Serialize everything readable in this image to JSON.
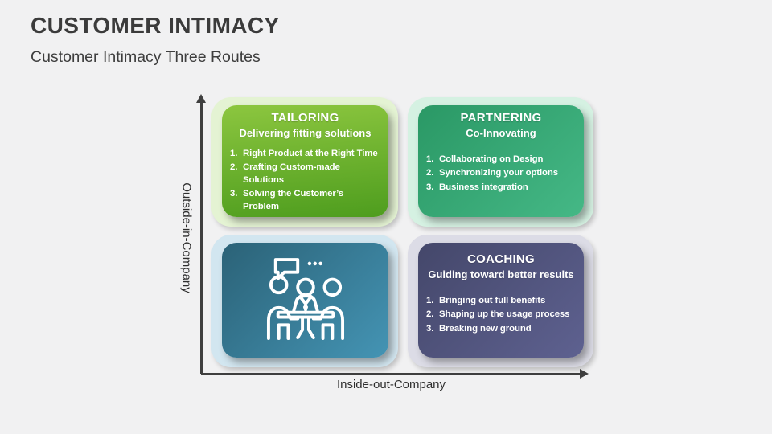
{
  "slide": {
    "title": "CUSTOMER INTIMACY",
    "subtitle": "Customer Intimacy Three Routes",
    "background": "#f1f1f2"
  },
  "axes": {
    "y_label": "Outside-in-Company",
    "x_label": "Inside-out-Company",
    "color": "#3f3f3f"
  },
  "quadrants": [
    {
      "id": "tailoring",
      "title": "TAILORING",
      "subtitle": "Delivering fitting solutions",
      "items": [
        "Right Product at the Right Time",
        "Crafting Custom-made\nSolutions",
        "Solving the Customer’s\nProblem"
      ],
      "gradient_angle": "175deg",
      "color_top": "#8cc63f",
      "color_bottom": "#4e9d1e",
      "mat_color": "#e4f3d3"
    },
    {
      "id": "partnering",
      "title": "PARTNERING",
      "subtitle": "Co-Innovating",
      "items": [
        "Collaborating on Design",
        "Synchronizing your options",
        "Business integration"
      ],
      "gradient_angle": "135deg",
      "color_top": "#2a9865",
      "color_bottom": "#45b886",
      "mat_color": "#d5f1e2"
    },
    {
      "id": "meeting",
      "icon": "meeting-discussion-icon",
      "items": [],
      "gradient_angle": "135deg",
      "color_top": "#2b6277",
      "color_bottom": "#4494b4",
      "mat_color": "#d2e6f0"
    },
    {
      "id": "coaching",
      "title": "COACHING",
      "subtitle": "Guiding toward better results",
      "items": [
        "Bringing out full benefits",
        "Shaping up the usage process",
        "Breaking new ground"
      ],
      "gradient_angle": "135deg",
      "color_top": "#44476a",
      "color_bottom": "#5e6190",
      "mat_color": "#dcdce6"
    }
  ]
}
